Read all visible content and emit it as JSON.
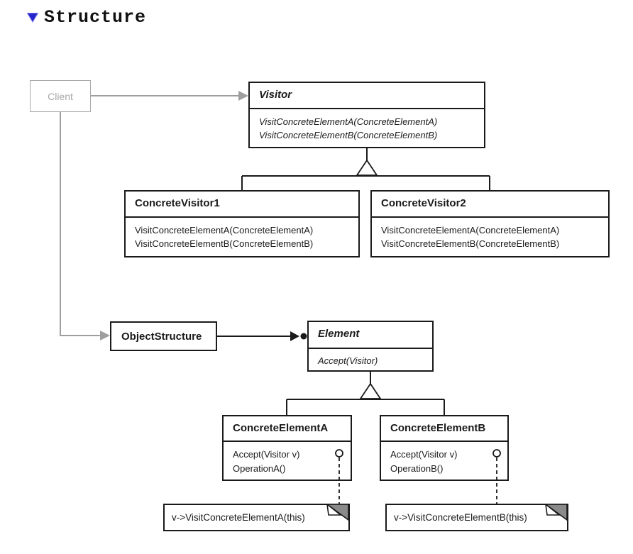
{
  "heading": {
    "label": "Structure"
  },
  "diagram": {
    "client": {
      "name": "Client"
    },
    "visitor": {
      "name": "Visitor",
      "methods": [
        "VisitConcreteElementA(ConcreteElementA)",
        "VisitConcreteElementB(ConcreteElementB)"
      ]
    },
    "concrete_visitor1": {
      "name": "ConcreteVisitor1",
      "methods": [
        "VisitConcreteElementA(ConcreteElementA)",
        "VisitConcreteElementB(ConcreteElementB)"
      ]
    },
    "concrete_visitor2": {
      "name": "ConcreteVisitor2",
      "methods": [
        "VisitConcreteElementA(ConcreteElementA)",
        "VisitConcreteElementB(ConcreteElementB)"
      ]
    },
    "object_structure": {
      "name": "ObjectStructure"
    },
    "element": {
      "name": "Element",
      "methods": [
        "Accept(Visitor)"
      ]
    },
    "concrete_element_a": {
      "name": "ConcreteElementA",
      "methods": [
        "Accept(Visitor v)",
        "OperationA()"
      ]
    },
    "concrete_element_b": {
      "name": "ConcreteElementB",
      "methods": [
        "Accept(Visitor v)",
        "OperationB()"
      ]
    },
    "note_a": {
      "text": "v->VisitConcreteElementA(this)"
    },
    "note_b": {
      "text": "v->VisitConcreteElementB(this)"
    }
  },
  "colors": {
    "accent_blue": "#2525cc",
    "gray_line": "#9e9e9e",
    "ink": "#1a1a1a",
    "note_fold_gray": "#8a8a8a"
  }
}
